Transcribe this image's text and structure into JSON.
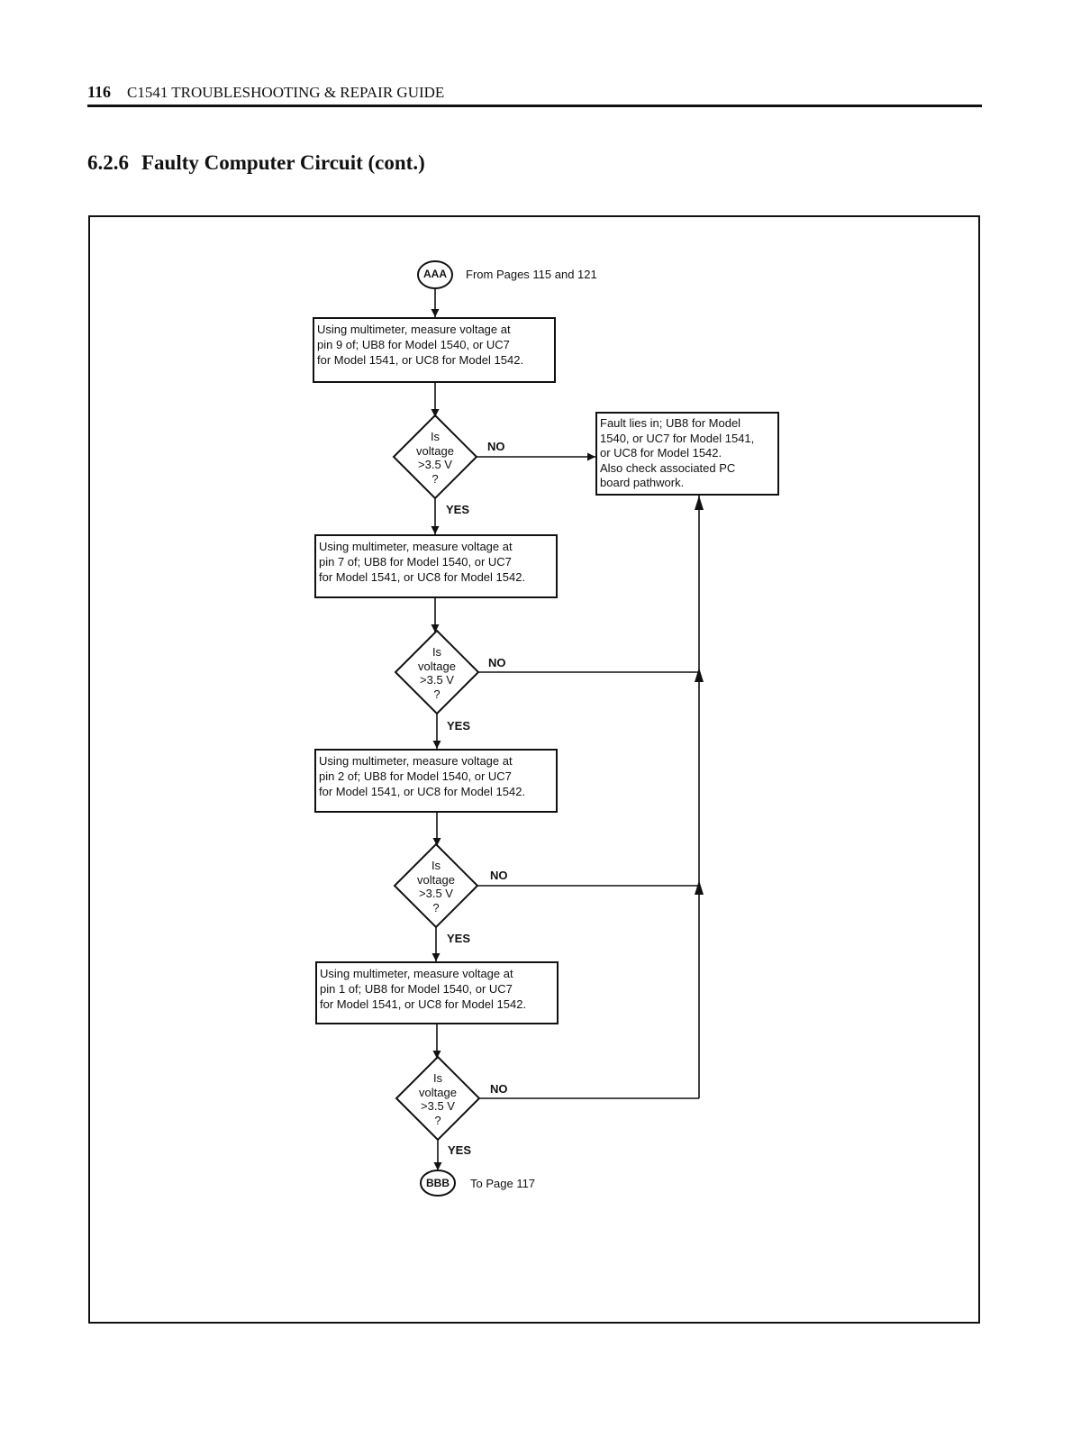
{
  "header": {
    "page_number": "116",
    "running_title": "C1541 TROUBLESHOOTING & REPAIR GUIDE"
  },
  "section": {
    "number": "6.2.6",
    "title": "Faulty Computer Circuit (cont.)"
  },
  "flowchart": {
    "start_connector": {
      "label": "AAA",
      "text": "From Pages 115 and 121"
    },
    "end_connector": {
      "label": "BBB",
      "text": "To Page 117"
    },
    "steps": [
      {
        "lines": [
          "Using multimeter, measure voltage at",
          "pin 9 of; UB8 for Model 1540, or UC7",
          "for Model 1541, or UC8 for Model 1542."
        ]
      },
      {
        "lines": [
          "Using multimeter, measure voltage at",
          "pin 7 of; UB8 for Model 1540, or UC7",
          "for Model 1541, or UC8 for Model 1542."
        ]
      },
      {
        "lines": [
          "Using multimeter, measure voltage at",
          "pin 2 of; UB8 for Model  1540, or UC7",
          "for Model 1541, or UC8 for Model 1542."
        ]
      },
      {
        "lines": [
          "Using multimeter, measure voltage at",
          "pin 1 of; UB8 for Model 1540, or UC7",
          "for Model 1541, or UC8 for Model 1542."
        ]
      }
    ],
    "decisions": [
      {
        "lines": [
          "Is",
          "voltage",
          ">3.5 V",
          "?"
        ],
        "no_label": "NO",
        "yes_label": "YES"
      },
      {
        "lines": [
          "Is",
          "voltage",
          ">3.5 V",
          "?"
        ],
        "no_label": "NO",
        "yes_label": "YES"
      },
      {
        "lines": [
          "Is",
          "voltage",
          ">3.5 V",
          "?"
        ],
        "no_label": "NO",
        "yes_label": "YES"
      },
      {
        "lines": [
          "Is",
          "voltage",
          ">3.5 V",
          "?"
        ],
        "no_label": "NO",
        "yes_label": "YES"
      }
    ],
    "fault_box": {
      "lines": [
        "Fault lies in; UB8 for Model",
        "1540, or UC7 for Model 1541,",
        "or  UC8 for Model 1542.",
        "Also check associated PC",
        "board  pathwork."
      ]
    }
  }
}
